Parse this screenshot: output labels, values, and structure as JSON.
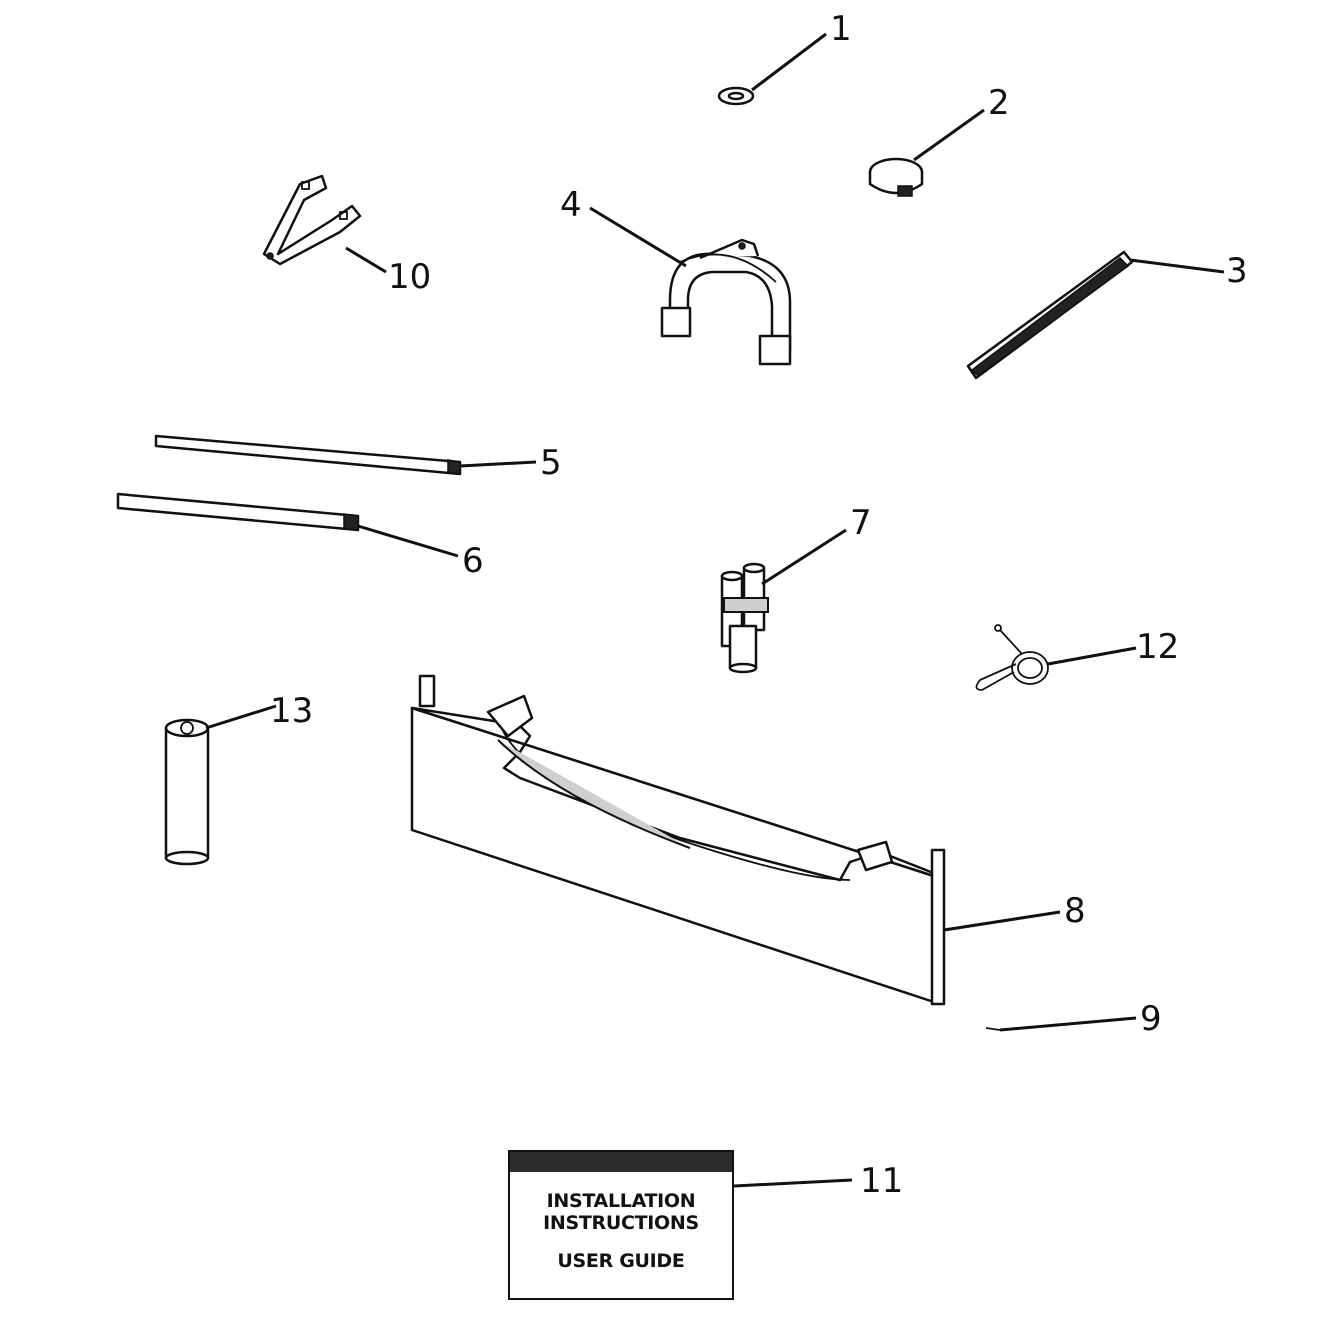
{
  "callouts": {
    "p1": "1",
    "p2": "2",
    "p3": "3",
    "p4": "4",
    "p5": "5",
    "p6": "6",
    "p7": "7",
    "p8": "8",
    "p9": "9",
    "p10": "10",
    "p11": "11",
    "p12": "12",
    "p13": "13"
  },
  "document_card": {
    "line1": "INSTALLATION",
    "line2": "INSTRUCTIONS",
    "line3": "USER GUIDE"
  }
}
